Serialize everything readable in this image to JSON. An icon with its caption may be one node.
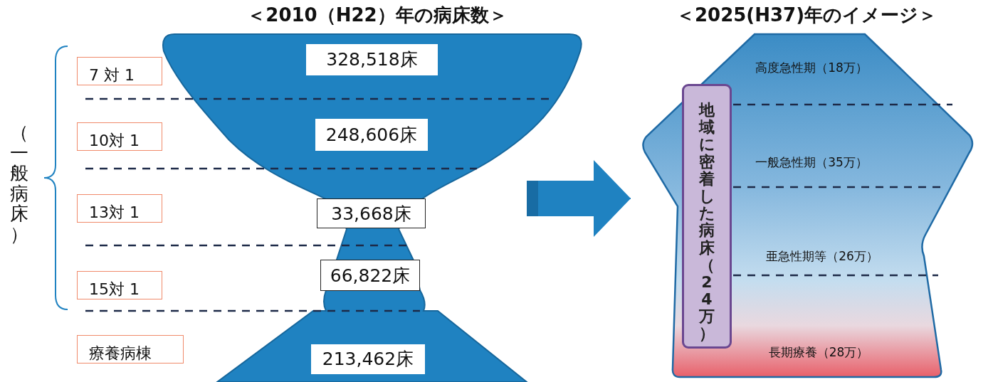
{
  "diagram": {
    "nodes": [
      {
        "text": [
          "7 対 1"
        ]
      },
      {
        "text": [
          "10対 1"
        ]
      },
      {
        "text": [
          "13対 1"
        ]
      },
      {
        "text": [
          "15対 1"
        ]
      },
      {
        "text": [
          "療養病棟"
        ]
      },
      {
        "text": [],
        "shape": "vase"
      },
      {
        "text": [
          "328,518床"
        ],
        "in": 5
      },
      {
        "text": [
          "248,606床"
        ],
        "in": 5
      },
      {
        "text": [
          "33,668床"
        ],
        "in": 5
      },
      {
        "text": [
          "66,822床"
        ],
        "in": 5
      },
      {
        "text": [
          "213,462床"
        ],
        "in": 5
      },
      {
        "text": [
          "高度急性期（18万）",
          "一般急性期（35万）",
          "亜急性期等（26万）",
          "長期療養（28万）"
        ]
      },
      {
        "text": [
          "地域に密着した病床（24万）"
        ],
        "in": 11
      }
    ],
    "edges": [
      {
        "from": 5,
        "to": 11,
        "arrow": "to"
      }
    ],
    "labels": [
      "＜2010（H22）年の病床数＞",
      "＜2025(H37)年のイメージ＞",
      "（一般病床）"
    ]
  }
}
